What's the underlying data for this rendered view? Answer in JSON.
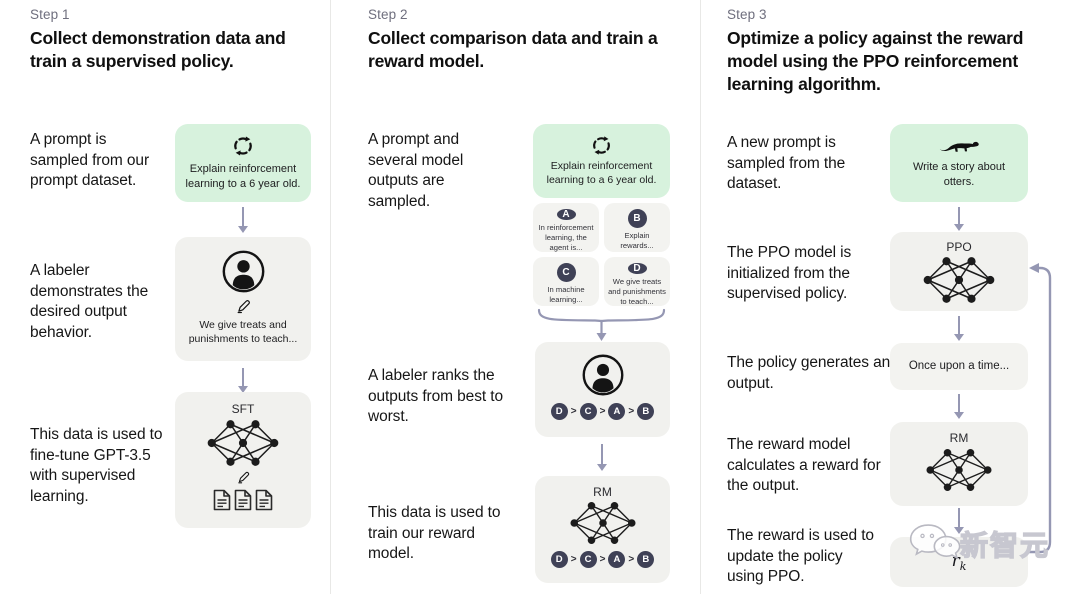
{
  "ui": {
    "rank_sep": ">"
  },
  "colors": {
    "prompt_box_green": "#d7f2dd",
    "model_box_gray": "#f1f1ee",
    "badge_navy": "#3f4156",
    "arrow_purple": "#9597b3",
    "step_label_gray": "#6f6f7e"
  },
  "watermark": {
    "text": "新智元"
  },
  "steps": [
    {
      "label": "Step 1",
      "title": "Collect demonstration data and train a supervised policy.",
      "captions": {
        "prompt": "A prompt is sampled from our prompt dataset.",
        "labeler": "A labeler demonstrates the desired output behavior.",
        "finetune": "This data is used to fine-tune GPT-3.5 with supervised learning."
      },
      "prompt_box": {
        "text": "Explain reinforcement learning to a 6 year old."
      },
      "labeler_box": {
        "note": "We give treats and punishments to teach..."
      },
      "sft_box": {
        "label": "SFT"
      }
    },
    {
      "label": "Step 2",
      "title": "Collect comparison data and train a reward model.",
      "captions": {
        "sampled": "A prompt and several model outputs are sampled.",
        "ranks": "A labeler ranks the outputs from best to worst.",
        "train": "This data is used to train our reward model."
      },
      "prompt_box": {
        "text": "Explain reinforcement learning to a 6 year old."
      },
      "outputs": [
        {
          "letter": "A",
          "text": "In reinforcement learning, the agent is..."
        },
        {
          "letter": "B",
          "text": "Explain rewards..."
        },
        {
          "letter": "C",
          "text": "In machine learning..."
        },
        {
          "letter": "D",
          "text": "We give treats and punishments to teach..."
        }
      ],
      "ranking": [
        "D",
        "C",
        "A",
        "B"
      ],
      "rm_box": {
        "label": "RM"
      }
    },
    {
      "label": "Step 3",
      "title": "Optimize a policy against the reward model using the PPO reinforcement learning algorithm.",
      "captions": {
        "new_prompt": "A new prompt is sampled from the dataset.",
        "ppo_init": "The PPO model is initialized from the supervised policy.",
        "generates": "The policy generates an output.",
        "reward_calc": "The reward model calculates a reward for the output.",
        "reward_update": "The reward is used to update the policy using PPO."
      },
      "prompt_box": {
        "text": "Write a story about otters."
      },
      "ppo_box": {
        "label": "PPO"
      },
      "output_box": {
        "text": "Once upon a time..."
      },
      "rm_box": {
        "label": "RM"
      },
      "reward_box": {
        "symbol": "r",
        "subscript": "k"
      }
    }
  ]
}
